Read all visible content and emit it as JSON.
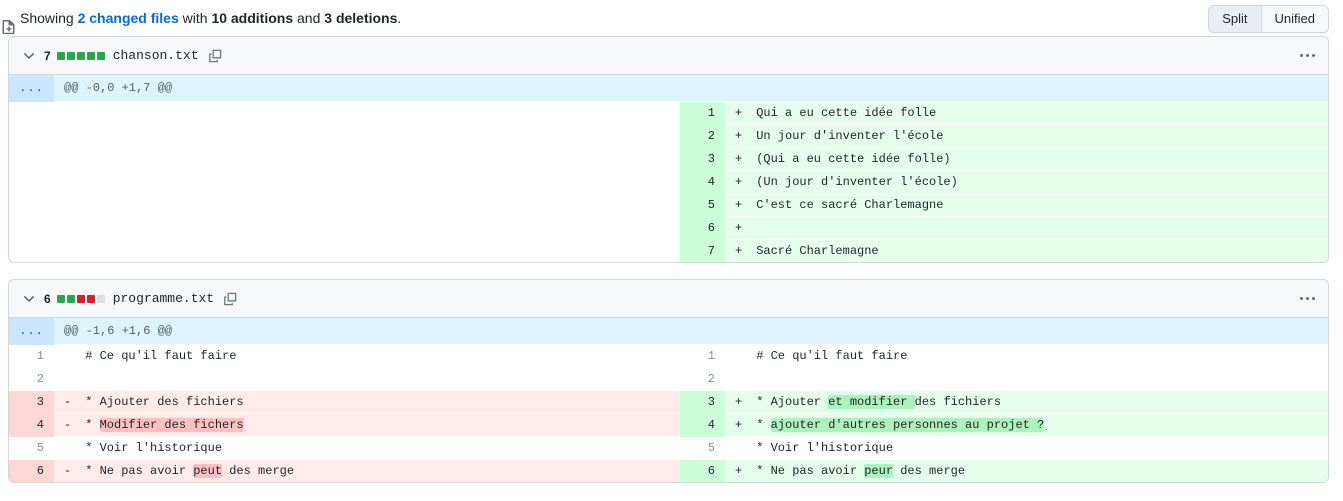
{
  "topbar": {
    "icon": "file-diff-icon",
    "prefix": "Showing ",
    "files_link": "2 changed files",
    "mid": " with ",
    "additions": "10 additions",
    "and": " and ",
    "deletions": "3 deletions",
    "period": ".",
    "view_split": "Split",
    "view_unified": "Unified",
    "active_view": "Split"
  },
  "colors": {
    "link": "#0969da",
    "add_square": "#2da44e",
    "del_square": "#cf222e",
    "neutral_square": "#d8dee4",
    "add_bg": "#e6ffec",
    "add_gutter": "#ccffd8",
    "add_word": "#abf2bc",
    "del_bg": "#ffebe9",
    "del_gutter": "#ffd7d5",
    "del_word": "#ffc0bf",
    "hunk_bg": "#ddf4ff",
    "hunk_gutter": "#cae5ff"
  },
  "files": [
    {
      "chevron": "chevron-down-icon",
      "changes": "7",
      "squares": [
        "add",
        "add",
        "add",
        "add",
        "add"
      ],
      "name": "chanson.txt",
      "copy_icon": "copy-icon",
      "menu_icon": "kebab-menu-icon",
      "hunk": "@@ -0,0 +1,7 @@",
      "hunk_dots": "...",
      "rows": [
        {
          "ltype": "blank",
          "lnum": "",
          "lsign": "",
          "ltext": "",
          "rtype": "add",
          "rnum": "1",
          "rsign": "+",
          "rtext": " Qui a eu cette idée folle"
        },
        {
          "ltype": "blank",
          "lnum": "",
          "lsign": "",
          "ltext": "",
          "rtype": "add",
          "rnum": "2",
          "rsign": "+",
          "rtext": " Un jour d'inventer l'école"
        },
        {
          "ltype": "blank",
          "lnum": "",
          "lsign": "",
          "ltext": "",
          "rtype": "add",
          "rnum": "3",
          "rsign": "+",
          "rtext": " (Qui a eu cette idée folle)"
        },
        {
          "ltype": "blank",
          "lnum": "",
          "lsign": "",
          "ltext": "",
          "rtype": "add",
          "rnum": "4",
          "rsign": "+",
          "rtext": " (Un jour d'inventer l'école)"
        },
        {
          "ltype": "blank",
          "lnum": "",
          "lsign": "",
          "ltext": "",
          "rtype": "add",
          "rnum": "5",
          "rsign": "+",
          "rtext": " C'est ce sacré Charlemagne"
        },
        {
          "ltype": "blank",
          "lnum": "",
          "lsign": "",
          "ltext": "",
          "rtype": "add",
          "rnum": "6",
          "rsign": "+",
          "rtext": ""
        },
        {
          "ltype": "blank",
          "lnum": "",
          "lsign": "",
          "ltext": "",
          "rtype": "add",
          "rnum": "7",
          "rsign": "+",
          "rtext": " Sacré Charlemagne"
        }
      ]
    },
    {
      "chevron": "chevron-down-icon",
      "changes": "6",
      "squares": [
        "add",
        "add",
        "del",
        "del",
        "neutral"
      ],
      "name": "programme.txt",
      "copy_icon": "copy-icon",
      "menu_icon": "kebab-menu-icon",
      "hunk": "@@ -1,6 +1,6 @@",
      "hunk_dots": "...",
      "rows": [
        {
          "ltype": "ctx",
          "lnum": "1",
          "lsign": " ",
          "ltext": " # Ce qu'il faut faire",
          "rtype": "ctx",
          "rnum": "1",
          "rsign": " ",
          "rtext": " # Ce qu'il faut faire"
        },
        {
          "ltype": "ctx",
          "lnum": "2",
          "lsign": " ",
          "ltext": "",
          "rtype": "ctx",
          "rnum": "2",
          "rsign": " ",
          "rtext": ""
        },
        {
          "ltype": "del",
          "lnum": "3",
          "lsign": "-",
          "ltext": " * Ajouter des fichiers",
          "rtype": "add",
          "rnum": "3",
          "rsign": "+",
          "rtext": " * Ajouter et modifier des fichiers",
          "lparts": [
            {
              "t": " * Ajouter des fichiers",
              "hl": false
            }
          ],
          "rparts": [
            {
              "t": " * Ajouter ",
              "hl": false
            },
            {
              "t": "et modifier ",
              "hl": true
            },
            {
              "t": "des fichiers",
              "hl": false
            }
          ]
        },
        {
          "ltype": "del",
          "lnum": "4",
          "lsign": "-",
          "ltext": " * Modifier des fichers",
          "rtype": "add",
          "rnum": "4",
          "rsign": "+",
          "rtext": " * ajouter d'autres personnes au projet ?",
          "lparts": [
            {
              "t": " * ",
              "hl": false
            },
            {
              "t": "Modifier des fichers",
              "hl": true
            }
          ],
          "rparts": [
            {
              "t": " * ",
              "hl": false
            },
            {
              "t": "ajouter d'autres personnes au projet ?",
              "hl": true
            }
          ]
        },
        {
          "ltype": "ctx",
          "lnum": "5",
          "lsign": " ",
          "ltext": " * Voir l'historique",
          "rtype": "ctx",
          "rnum": "5",
          "rsign": " ",
          "rtext": " * Voir l'historique"
        },
        {
          "ltype": "del",
          "lnum": "6",
          "lsign": "-",
          "ltext": " * Ne pas avoir peut des merge",
          "rtype": "add",
          "rnum": "6",
          "rsign": "+",
          "rtext": " * Ne pas avoir peur des merge",
          "lparts": [
            {
              "t": " * Ne pas avoir ",
              "hl": false
            },
            {
              "t": "peut",
              "hl": true
            },
            {
              "t": " des merge",
              "hl": false
            }
          ],
          "rparts": [
            {
              "t": " * Ne pas avoir ",
              "hl": false
            },
            {
              "t": "peur",
              "hl": true
            },
            {
              "t": " des merge",
              "hl": false
            }
          ]
        }
      ]
    }
  ]
}
